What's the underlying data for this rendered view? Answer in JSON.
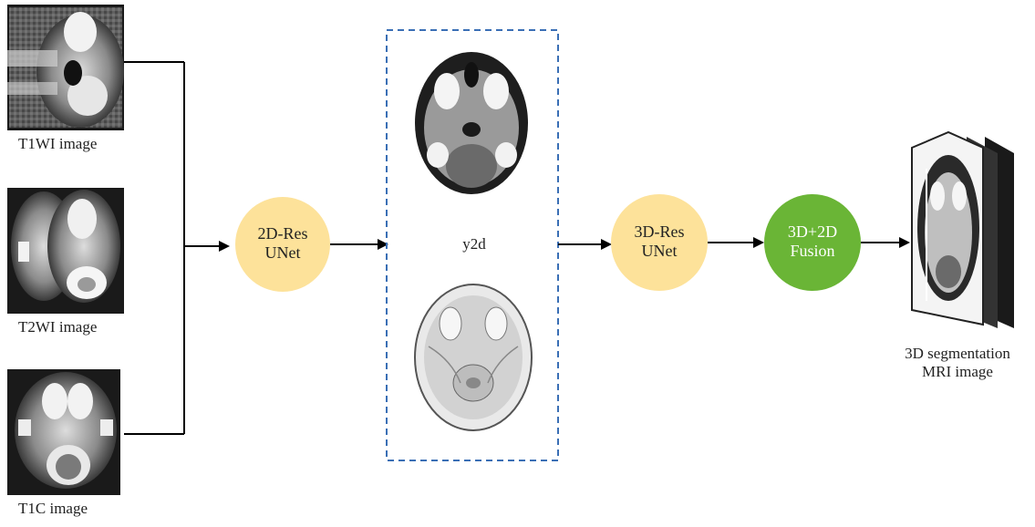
{
  "inputs": [
    {
      "label": "T1WI image"
    },
    {
      "label": "T2WI image"
    },
    {
      "label": "T1C image"
    }
  ],
  "nodes": {
    "res2d": {
      "line1": "2D-Res",
      "line2": "UNet",
      "color": "#fde29a"
    },
    "res3d": {
      "line1": "3D-Res",
      "line2": "UNet",
      "color": "#fde29a"
    },
    "fusion": {
      "line1": "3D+2D",
      "line2": "Fusion",
      "color": "#6ab536"
    }
  },
  "intermediate": {
    "label": "y2d",
    "box_color": "#3a6fb5"
  },
  "output": {
    "line1": "3D segmentation",
    "line2": "MRI image"
  }
}
